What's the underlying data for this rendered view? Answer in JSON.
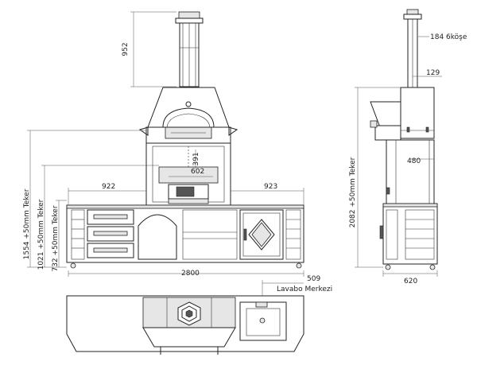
{
  "dimensions": {
    "chimney_height": "952",
    "chimney_size": "184 6köşe",
    "offset_129": "129",
    "inner_width": "602",
    "inner_height": "391",
    "left_width": "922",
    "right_width": "923",
    "depth_480": "480",
    "total_height_side": "2082 +50mm Teker",
    "height_1554": "1554 +50mm Teker",
    "height_1021": "1021 +50mm Teker",
    "height_732": "732 +50mm Teker",
    "total_width": "2800",
    "sink_offset": "509",
    "sink_center_label": "Lavabo Merkezi",
    "side_depth": "620"
  }
}
